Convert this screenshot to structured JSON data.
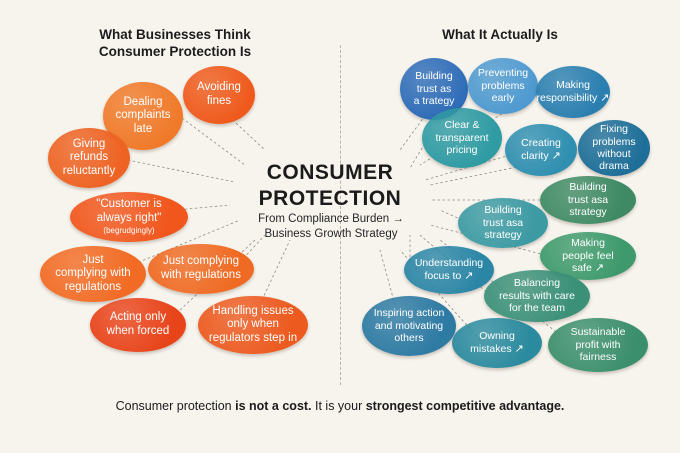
{
  "headings": {
    "left": "What Businesses Think\nConsumer Protection Is",
    "right": "What It Actually Is"
  },
  "center": {
    "title": "CONSUMER\nPROTECTION",
    "subtitle": "From Compliance Burden →\nBusiness Growth Strategy"
  },
  "left_bubbles": [
    {
      "text": "Avoiding\nfines",
      "note": "",
      "color": "#ef5a1c"
    },
    {
      "text": "Dealing\ncomplaints\nlate",
      "note": "",
      "color": "#f07a2a"
    },
    {
      "text": "Giving\nrefunds\nreluctantly",
      "note": "",
      "color": "#ee6323"
    },
    {
      "text": "\"Customer is\nalways right\"",
      "note": "(begrudgingly)",
      "color": "#f1571d"
    },
    {
      "text": "Just\ncomplying with\nregulations",
      "note": "",
      "color": "#f26b24"
    },
    {
      "text": "Just complying\nwith regulations",
      "note": "",
      "color": "#ef6a22"
    },
    {
      "text": "Acting only\nwhen forced",
      "note": "",
      "color": "#e8441a"
    },
    {
      "text": "Handling issues\nonly when\nregulators step in",
      "note": "",
      "color": "#ec5a1f"
    }
  ],
  "right_bubbles": [
    {
      "text": "Building\ntrust as\na trategy",
      "arrow": "",
      "color": "#2f6db8"
    },
    {
      "text": "Preventing\nproblems\nearly",
      "arrow": "",
      "color": "#4f9ad0"
    },
    {
      "text": "Making\nresponsibility",
      "arrow": "↗",
      "color": "#2a7fb0"
    },
    {
      "text": "Clear &\ntransparent\npricing",
      "arrow": "",
      "color": "#2f9ba3"
    },
    {
      "text": "Creating\nclarity",
      "arrow": "↗",
      "color": "#2f8fb0"
    },
    {
      "text": "Fixing\nproblems\nwithout drama",
      "arrow": "",
      "color": "#1d6e98"
    },
    {
      "text": "Building\ntrust asa\nstrategy",
      "arrow": "",
      "color": "#3f8a64"
    },
    {
      "text": "Building\ntrust asa\nstrategy",
      "arrow": "",
      "color": "#3c9aa3"
    },
    {
      "text": "Making\npeople feel safe",
      "arrow": "↗",
      "color": "#3e9a6c"
    },
    {
      "text": "Understanding\nfocus to",
      "arrow": "↗",
      "color": "#2b86a6"
    },
    {
      "text": "Balancing\nresults with care\nfor the team",
      "arrow": "",
      "color": "#3b9078"
    },
    {
      "text": "Inspiring action\nand motivating\nothers",
      "arrow": "",
      "color": "#2d7aa3"
    },
    {
      "text": "Owning\nmistakes",
      "arrow": "↗",
      "color": "#2a8a9e"
    },
    {
      "text": "Sustainable\nprofit with fairness",
      "arrow": "",
      "color": "#3b8f6c"
    }
  ],
  "footer": {
    "part1": "Consumer protection ",
    "bold1": "is not a cost.",
    "part2": " It is your ",
    "bold2": "strongest competitive advantage."
  }
}
